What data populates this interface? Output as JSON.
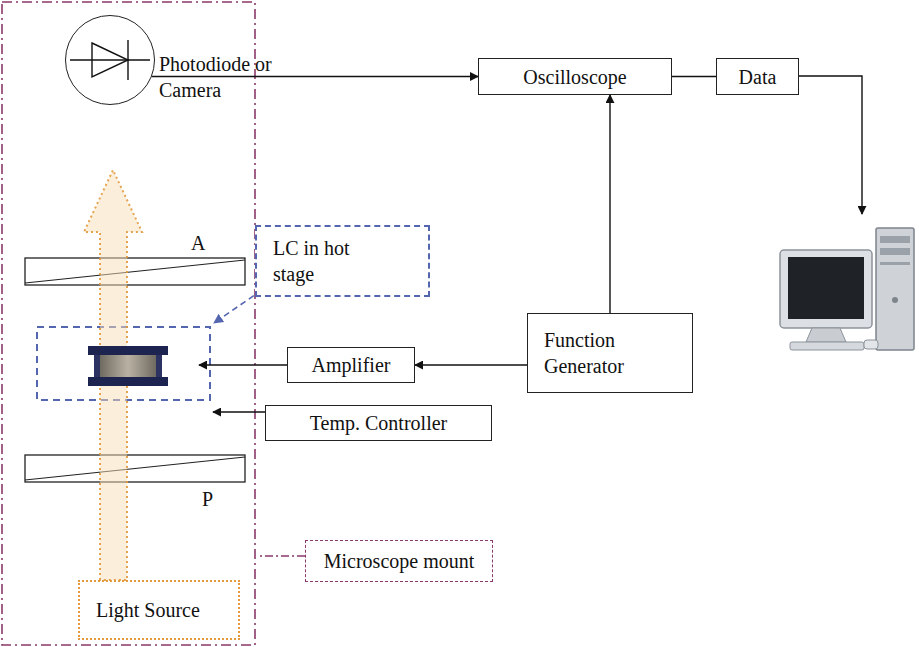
{
  "diagram": {
    "nodes": [
      {
        "text": [
          "Photodiode or Camera"
        ]
      },
      {
        "text": [
          "Oscilloscope"
        ]
      },
      {
        "text": [
          "Data"
        ]
      },
      {
        "text": [
          "LC in hot stage"
        ]
      },
      {
        "text": [
          "Function Generator"
        ]
      },
      {
        "text": [
          "Amplifier"
        ]
      },
      {
        "text": [
          "Temp. Controller"
        ]
      },
      {
        "text": [
          "Microscope mount"
        ]
      },
      {
        "text": [
          "Light Source"
        ]
      }
    ],
    "edges": [
      {
        "from": 0,
        "to": 1,
        "arrow": "to"
      },
      {
        "from": 1,
        "to": 2,
        "arrow": "none"
      },
      {
        "from": 4,
        "to": 1,
        "arrow": "to"
      },
      {
        "from": 4,
        "to": 5,
        "arrow": "to"
      }
    ],
    "labels": [
      "A",
      "P"
    ]
  }
}
